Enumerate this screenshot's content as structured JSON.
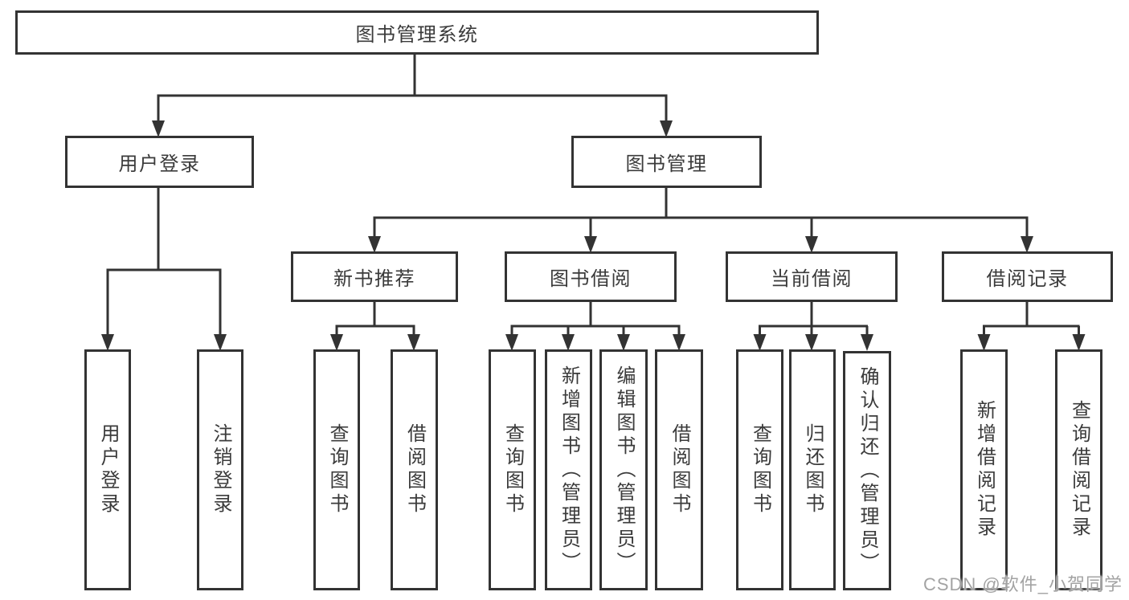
{
  "colors": {
    "background": "#ffffff",
    "line": "#333333",
    "box_border": "#333333",
    "text": "#3b3b3b",
    "watermark": "#a3a3a3"
  },
  "diagram": {
    "root": {
      "label": "图书管理系统"
    },
    "branches": [
      {
        "label": "用户登录",
        "children": [
          {
            "label": "用户登录"
          },
          {
            "label": "注销登录"
          }
        ]
      },
      {
        "label": "图书管理",
        "children": [
          {
            "label": "新书推荐",
            "children": [
              {
                "label": "查询图书"
              },
              {
                "label": "借阅图书"
              }
            ]
          },
          {
            "label": "图书借阅",
            "children": [
              {
                "label": "查询图书"
              },
              {
                "label": "新增图书（管理员）"
              },
              {
                "label": "编辑图书（管理员）"
              },
              {
                "label": "借阅图书"
              }
            ]
          },
          {
            "label": "当前借阅",
            "children": [
              {
                "label": "查询图书"
              },
              {
                "label": "归还图书"
              },
              {
                "label": "确认归还（管理员）"
              }
            ]
          },
          {
            "label": "借阅记录",
            "children": [
              {
                "label": "新增借阅记录"
              },
              {
                "label": "查询借阅记录"
              }
            ]
          }
        ]
      }
    ]
  },
  "watermark": {
    "text": "CSDN @软件_小贺同学"
  }
}
